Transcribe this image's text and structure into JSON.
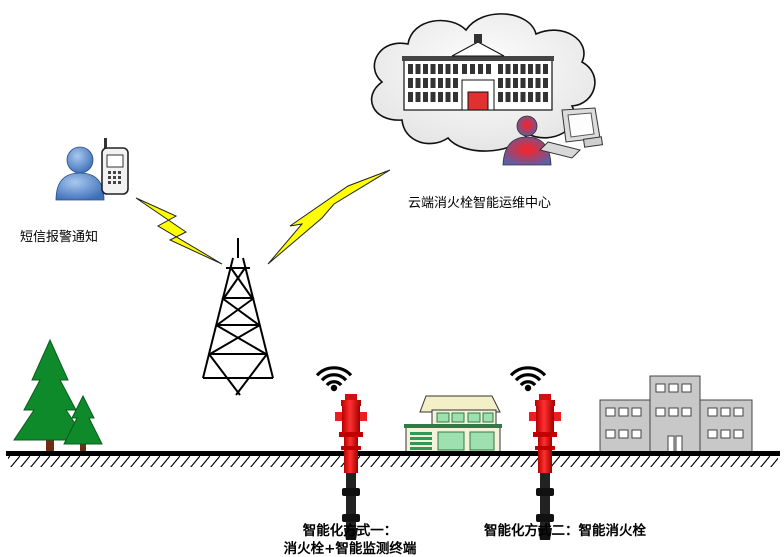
{
  "labels": {
    "sms_alarm": "短信报警通知",
    "cloud_center": "云端消火栓智能运维中心",
    "method_one_line1": "智能化方式一：",
    "method_one_line2": "消火栓+智能监测终端",
    "method_two": "智能化方式二：智能消火栓"
  },
  "icons": [
    "person-icon",
    "cellphone-icon",
    "cloud-icon",
    "government-building-icon",
    "operator-icon",
    "computer-icon",
    "lightning-bolt-icon",
    "signal-tower-icon",
    "tree-icon",
    "wifi-signal-icon",
    "fire-hydrant-icon",
    "house-icon",
    "office-building-icon"
  ],
  "colors": {
    "hydrant_red": "#e02020",
    "lightning_yellow": "#ffff00",
    "tree_green": "#0f8a2a",
    "person_blue": "#5b8fd0",
    "building_gray": "#c8c8c8",
    "house_green": "#2f9a55"
  }
}
